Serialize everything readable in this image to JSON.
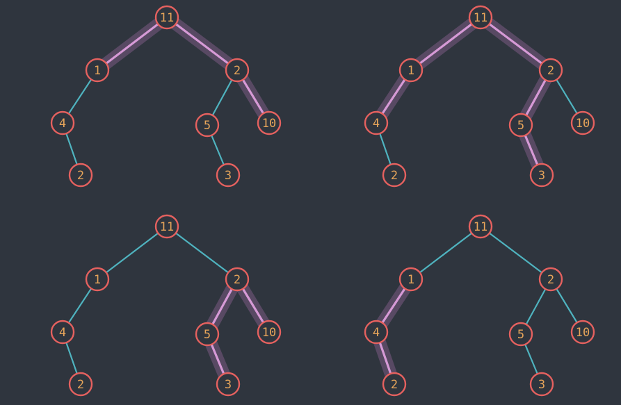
{
  "colors": {
    "background": "#2f353e",
    "edge": "#4fb3bf",
    "highlight_edge": "#d69ad6",
    "node_stroke": "#e5615f",
    "node_label": "#e7a55a"
  },
  "trees": [
    {
      "nodes": [
        {
          "id": "a",
          "label": "11"
        },
        {
          "id": "b",
          "label": "1"
        },
        {
          "id": "c",
          "label": "2"
        },
        {
          "id": "d",
          "label": "4"
        },
        {
          "id": "e",
          "label": "5"
        },
        {
          "id": "f",
          "label": "10"
        },
        {
          "id": "g",
          "label": "2"
        },
        {
          "id": "h",
          "label": "3"
        }
      ],
      "edges": [
        {
          "from": "a",
          "to": "b",
          "highlighted": true
        },
        {
          "from": "a",
          "to": "c",
          "highlighted": true
        },
        {
          "from": "b",
          "to": "d",
          "highlighted": false
        },
        {
          "from": "c",
          "to": "e",
          "highlighted": false
        },
        {
          "from": "c",
          "to": "f",
          "highlighted": true
        },
        {
          "from": "d",
          "to": "g",
          "highlighted": false
        },
        {
          "from": "e",
          "to": "h",
          "highlighted": false
        }
      ]
    },
    {
      "nodes": [
        {
          "id": "a",
          "label": "11"
        },
        {
          "id": "b",
          "label": "1"
        },
        {
          "id": "c",
          "label": "2"
        },
        {
          "id": "d",
          "label": "4"
        },
        {
          "id": "e",
          "label": "5"
        },
        {
          "id": "f",
          "label": "10"
        },
        {
          "id": "g",
          "label": "2"
        },
        {
          "id": "h",
          "label": "3"
        }
      ],
      "edges": [
        {
          "from": "a",
          "to": "b",
          "highlighted": true
        },
        {
          "from": "a",
          "to": "c",
          "highlighted": true
        },
        {
          "from": "b",
          "to": "d",
          "highlighted": true
        },
        {
          "from": "c",
          "to": "e",
          "highlighted": true
        },
        {
          "from": "c",
          "to": "f",
          "highlighted": false
        },
        {
          "from": "d",
          "to": "g",
          "highlighted": false
        },
        {
          "from": "e",
          "to": "h",
          "highlighted": true
        }
      ]
    },
    {
      "nodes": [
        {
          "id": "a",
          "label": "11"
        },
        {
          "id": "b",
          "label": "1"
        },
        {
          "id": "c",
          "label": "2"
        },
        {
          "id": "d",
          "label": "4"
        },
        {
          "id": "e",
          "label": "5"
        },
        {
          "id": "f",
          "label": "10"
        },
        {
          "id": "g",
          "label": "2"
        },
        {
          "id": "h",
          "label": "3"
        }
      ],
      "edges": [
        {
          "from": "a",
          "to": "b",
          "highlighted": false
        },
        {
          "from": "a",
          "to": "c",
          "highlighted": false
        },
        {
          "from": "b",
          "to": "d",
          "highlighted": false
        },
        {
          "from": "c",
          "to": "e",
          "highlighted": true
        },
        {
          "from": "c",
          "to": "f",
          "highlighted": true
        },
        {
          "from": "d",
          "to": "g",
          "highlighted": false
        },
        {
          "from": "e",
          "to": "h",
          "highlighted": true
        }
      ]
    },
    {
      "nodes": [
        {
          "id": "a",
          "label": "11"
        },
        {
          "id": "b",
          "label": "1"
        },
        {
          "id": "c",
          "label": "2"
        },
        {
          "id": "d",
          "label": "4"
        },
        {
          "id": "e",
          "label": "5"
        },
        {
          "id": "f",
          "label": "10"
        },
        {
          "id": "g",
          "label": "2"
        },
        {
          "id": "h",
          "label": "3"
        }
      ],
      "edges": [
        {
          "from": "a",
          "to": "b",
          "highlighted": false
        },
        {
          "from": "a",
          "to": "c",
          "highlighted": false
        },
        {
          "from": "b",
          "to": "d",
          "highlighted": true
        },
        {
          "from": "c",
          "to": "e",
          "highlighted": false
        },
        {
          "from": "c",
          "to": "f",
          "highlighted": false
        },
        {
          "from": "d",
          "to": "g",
          "highlighted": true
        },
        {
          "from": "e",
          "to": "h",
          "highlighted": false
        }
      ]
    }
  ]
}
